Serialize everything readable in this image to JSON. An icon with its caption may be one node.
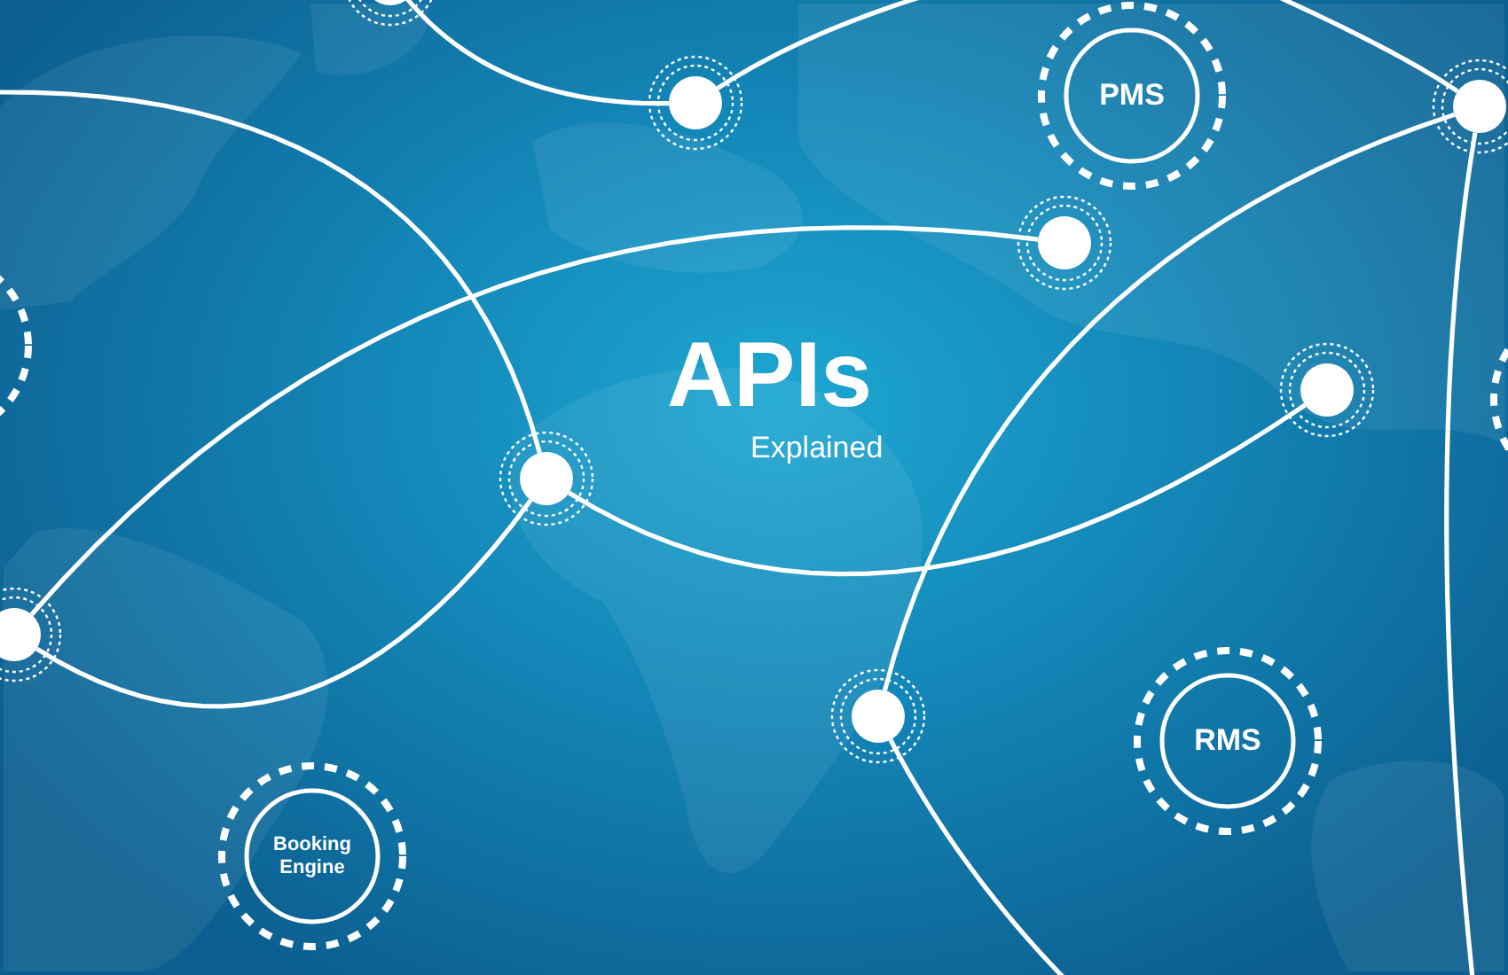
{
  "diagram": {
    "title": "APIs",
    "nodes": [
      {
        "text": [],
        "shape": "circle"
      },
      {
        "text": [],
        "shape": "circle"
      },
      {
        "text": [
          "PMS"
        ]
      },
      {
        "text": [],
        "shape": "circle"
      },
      {
        "text": [],
        "shape": "circle"
      },
      {
        "text": [],
        "shape": "circle"
      },
      {
        "text": [],
        "shape": "circle"
      },
      {
        "text": [],
        "shape": "circle"
      },
      {
        "text": [],
        "shape": "circle"
      },
      {
        "text": [],
        "shape": "circle"
      },
      {
        "text": [],
        "shape": "circle"
      },
      {
        "text": [
          "RMS"
        ]
      },
      {
        "text": [
          "Booking Engine"
        ]
      }
    ],
    "edges": [
      {
        "from": null,
        "to": 8,
        "arrow": "none"
      },
      {
        "from": 8,
        "to": 9,
        "arrow": "none"
      },
      {
        "from": 9,
        "to": 4,
        "arrow": "none"
      },
      {
        "from": 8,
        "to": 6,
        "arrow": "none"
      },
      {
        "from": 10,
        "to": 3,
        "arrow": "none"
      },
      {
        "from": 10,
        "to": null,
        "arrow": "none"
      },
      {
        "from": 0,
        "to": 1,
        "arrow": "none"
      },
      {
        "from": 1,
        "to": null,
        "arrow": "none"
      },
      {
        "from": null,
        "to": 3,
        "arrow": "none"
      },
      {
        "from": 3,
        "to": null,
        "arrow": "none"
      }
    ],
    "labels": [
      "Explained"
    ]
  }
}
